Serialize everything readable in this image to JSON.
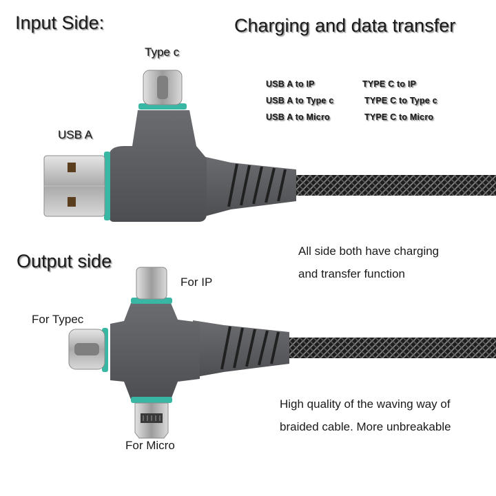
{
  "headings": {
    "input_side": "Input Side:",
    "main_title": "Charging and data transfer",
    "output_side": "Output side"
  },
  "input_labels": {
    "type_c": "Type c",
    "usb_a": "USB A"
  },
  "modes": {
    "left": [
      "USB A to IP",
      "USB A to Type c",
      "USB A to Micro"
    ],
    "right": [
      "TYPE C to IP",
      "TYPE C to Type c",
      "TYPE C to Micro"
    ]
  },
  "output_labels": {
    "for_ip": "For IP",
    "for_typec": "For Typec",
    "for_micro": "For Micro"
  },
  "notes": {
    "both_sides_line1": "All side both have charging",
    "both_sides_line2": "and transfer function",
    "quality_line1": "High quality of the waving way of",
    "quality_line2": "braided cable. More unbreakable"
  },
  "colors": {
    "body": "#5b5d60",
    "accent": "#38b8a4",
    "metal": "#b4b4b4",
    "cable": "#2a2a2a"
  },
  "icons": {
    "usb_a_plug": "usb-a-plug-icon",
    "type_c_plug": "type-c-plug-icon",
    "lightning_plug": "lightning-plug-icon",
    "micro_usb_plug": "micro-usb-plug-icon"
  }
}
